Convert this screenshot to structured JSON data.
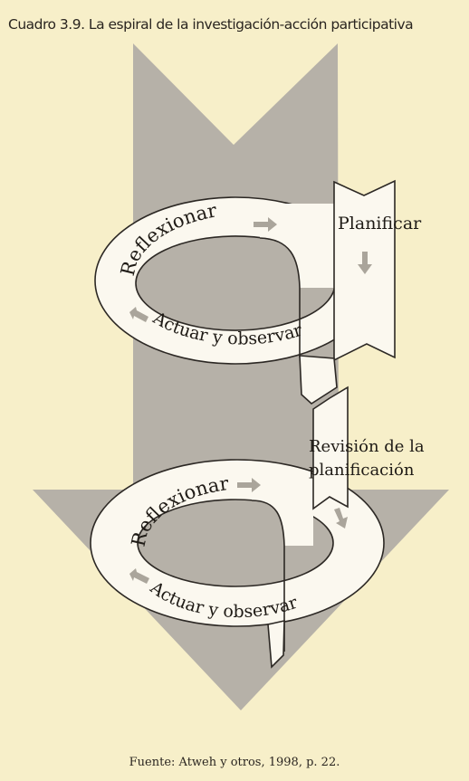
{
  "caption": "Cuadro 3.9. La espiral de la investigación-acción participativa",
  "source": "Fuente: Atweh y otros, 1998, p. 22.",
  "upper_cycle": {
    "reflect": "Reflexionar",
    "plan": "Planificar",
    "act_observe": "Actuar y observar"
  },
  "lower_cycle": {
    "reflect": "Reflexionar",
    "plan_line1": "Revisión de la",
    "plan_line2": "planificación",
    "act_observe": "Actuar y observar"
  },
  "colors": {
    "background": "#f7efc9",
    "big_arrow": "#b6b1a8",
    "band_fill": "#fbf8ef",
    "outline": "#2c2824",
    "small_arrow": "#aaa59b"
  }
}
